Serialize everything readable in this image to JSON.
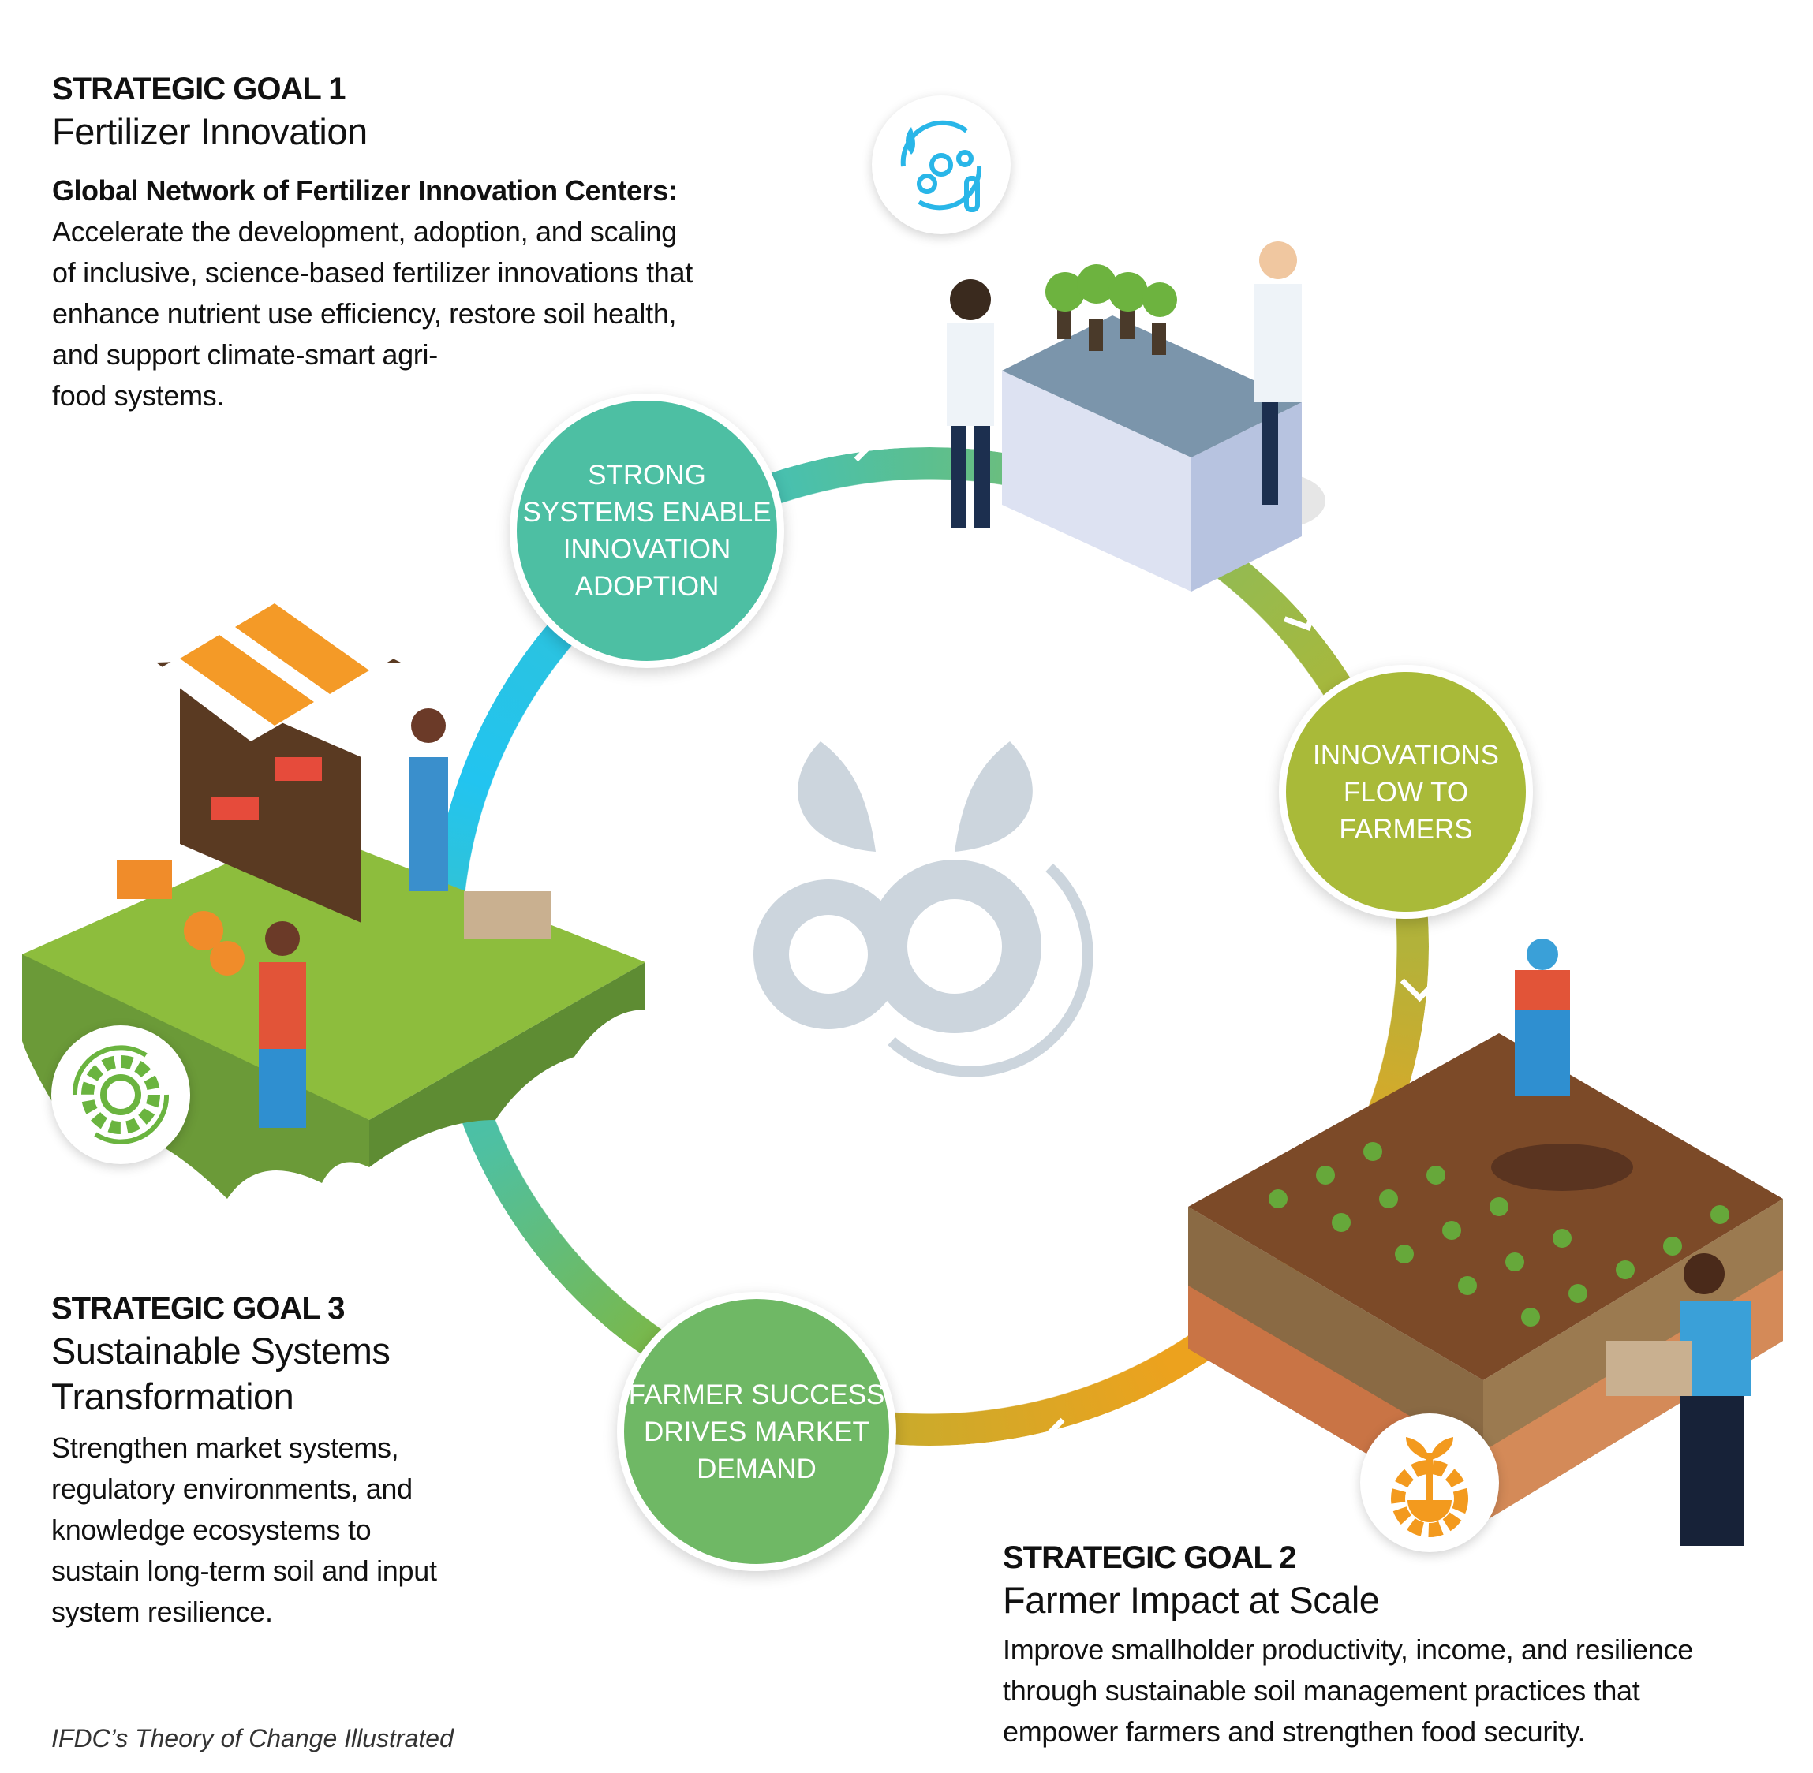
{
  "goal1": {
    "label": "STRATEGIC GOAL 1",
    "title": "Fertilizer Innovation",
    "subtitle": "Global Network of Fertilizer Innovation Centers:",
    "body_lines": [
      "Accelerate the development, adoption, and scaling",
      "of inclusive, science-based fertilizer innovations that",
      "enhance nutrient use efficiency, restore soil health,",
      "and support climate-smart agri-",
      "food systems."
    ]
  },
  "goal2": {
    "label": "STRATEGIC GOAL 2",
    "title": "Farmer Impact at Scale",
    "body_lines": [
      "Improve smallholder productivity, income, and resilience",
      "through sustainable soil management practices that",
      "empower farmers and strengthen food security."
    ]
  },
  "goal3": {
    "label": "STRATEGIC GOAL 3",
    "title_lines": [
      "Sustainable Systems",
      "Transformation"
    ],
    "body_lines": [
      "Strengthen market systems,",
      "regulatory environments, and",
      "knowledge ecosystems to",
      "sustain long-term soil and input",
      "system resilience."
    ]
  },
  "cycle": {
    "steps": [
      {
        "lines": [
          "STRONG",
          "SYSTEMS ENABLE",
          "INNOVATION",
          "ADOPTION"
        ],
        "color": "#4dbfa3"
      },
      {
        "lines": [
          "INNOVATIONS",
          "FLOW TO",
          "FARMERS"
        ],
        "color": "#a9ba39"
      },
      {
        "lines": [
          "FARMER SUCCESS",
          "DRIVES MARKET",
          "DEMAND"
        ],
        "color": "#6fb865"
      }
    ]
  },
  "icons": [
    "lab-innovation-icon",
    "market-systems-gear-icon",
    "farmer-plant-gear-icon",
    "center-gears-leaves-logo"
  ],
  "footer": "IFDC’s Theory of Change Illustrated"
}
